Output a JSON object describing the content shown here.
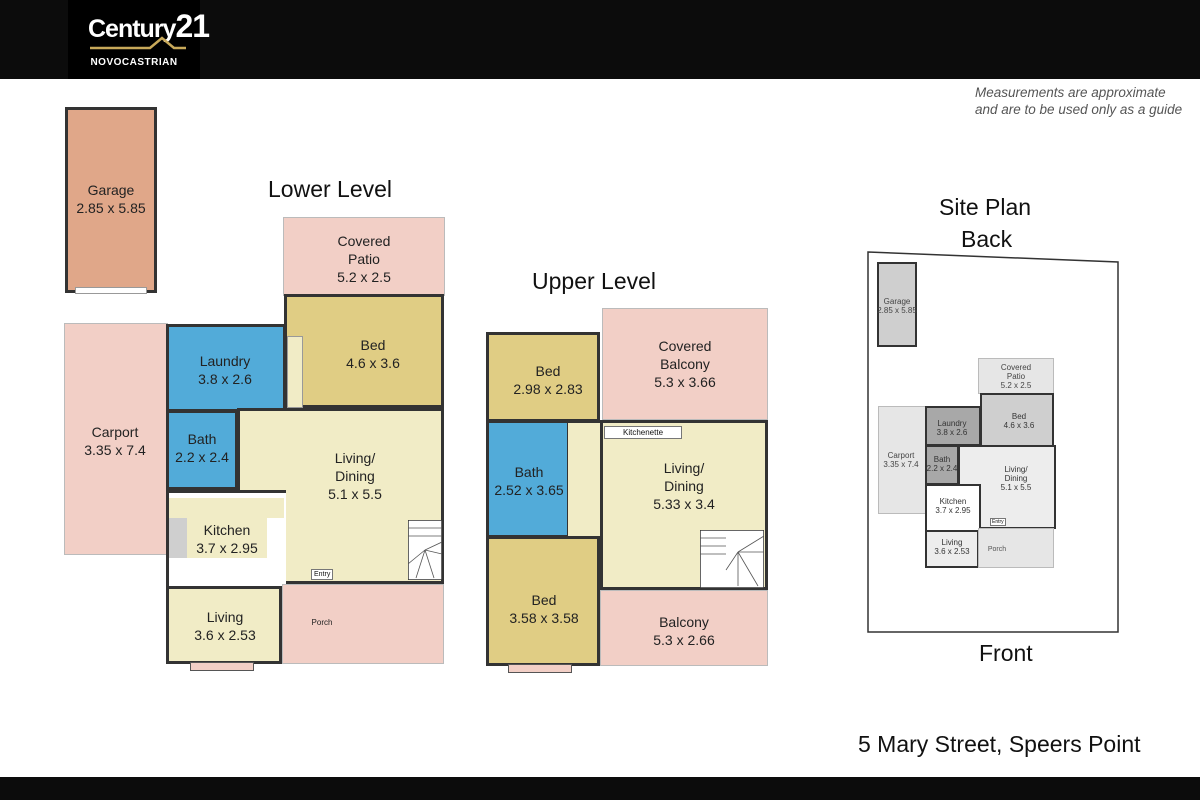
{
  "brand": {
    "name": "Century 21",
    "wordmark": "Century",
    "number": "21",
    "office": "NOVOCASTRIAN"
  },
  "note": {
    "line1": "Measurements are approximate",
    "line2": "and are to be used only as a guide"
  },
  "lower_level": {
    "title": "Lower Level",
    "garage": {
      "name": "Garage",
      "size": "2.85 x 5.85"
    },
    "covered_patio": {
      "name1": "Covered",
      "name2": "Patio",
      "size": "5.2 x 2.5"
    },
    "carport": {
      "name": "Carport",
      "size": "3.35 x 7.4"
    },
    "laundry": {
      "name": "Laundry",
      "size": "3.8 x 2.6"
    },
    "bed": {
      "name": "Bed",
      "size": "4.6 x 3.6"
    },
    "bath": {
      "name": "Bath",
      "size": "2.2 x 2.4"
    },
    "living_dining": {
      "name1": "Living/",
      "name2": "Dining",
      "size": "5.1 x 5.5"
    },
    "kitchen": {
      "name": "Kitchen",
      "size": "3.7 x 2.95"
    },
    "living": {
      "name": "Living",
      "size": "3.6 x 2.53"
    },
    "entry": "Entry",
    "porch": "Porch"
  },
  "upper_level": {
    "title": "Upper Level",
    "bed1": {
      "name": "Bed",
      "size": "2.98 x 2.83"
    },
    "covered_balcony": {
      "name1": "Covered",
      "name2": "Balcony",
      "size": "5.3 x 3.66"
    },
    "bath": {
      "name": "Bath",
      "size": "2.52 x 3.65"
    },
    "kitchenette": "Kitchenette",
    "living_dining": {
      "name1": "Living/",
      "name2": "Dining",
      "size": "5.33 x 3.4"
    },
    "bed2": {
      "name": "Bed",
      "size": "3.58 x 3.58"
    },
    "balcony": {
      "name": "Balcony",
      "size": "5.3 x 2.66"
    }
  },
  "site_plan": {
    "title1": "Site Plan",
    "title2": "Back",
    "front": "Front",
    "garage": {
      "name": "Garage",
      "size": "2.85 x 5.85"
    },
    "covered_patio": {
      "name1": "Covered",
      "name2": "Patio",
      "size": "5.2 x 2.5"
    },
    "carport": {
      "name": "Carport",
      "size": "3.35 x 7.4"
    },
    "laundry": {
      "name": "Laundry",
      "size": "3.8 x 2.6"
    },
    "bed": {
      "name": "Bed",
      "size": "4.6 x 3.6"
    },
    "bath": {
      "name": "Bath",
      "size": "2.2 x 2.4"
    },
    "living_dining": {
      "name1": "Living/",
      "name2": "Dining",
      "size": "5.1 x 5.5"
    },
    "kitchen": {
      "name": "Kitchen",
      "size": "3.7 x 2.95"
    },
    "living": {
      "name": "Living",
      "size": "3.6 x 2.53"
    },
    "entry": "Entry",
    "porch": "Porch"
  },
  "address": "5 Mary Street, Speers Point",
  "colors": {
    "patio": "#f2cfc6",
    "garage": "#e0a789",
    "wet_area": "#52abd9",
    "bedroom": "#e0cd84",
    "living": "#f1ecc6",
    "header": "#0c0c0c"
  }
}
